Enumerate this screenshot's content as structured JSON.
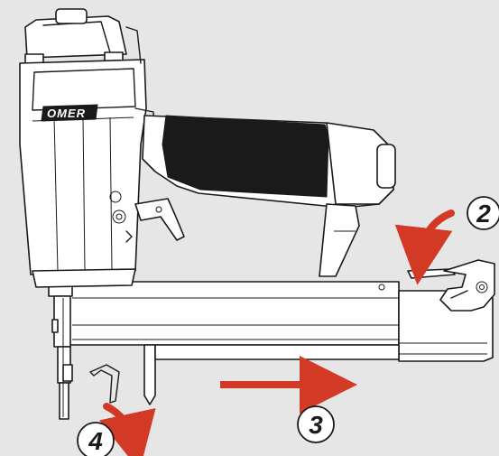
{
  "brand": {
    "label": "OMER"
  },
  "steps": [
    {
      "number": "2"
    },
    {
      "number": "3"
    },
    {
      "number": "4"
    }
  ],
  "colors": {
    "background": "#e6e6e6",
    "arrow": "#d33a25",
    "grip": "#1a1a1a",
    "outline": "#1a1a1a"
  },
  "icons": {
    "step_arrows": "curved-arrow-icon",
    "push_arrow": "right-arrow-icon"
  }
}
